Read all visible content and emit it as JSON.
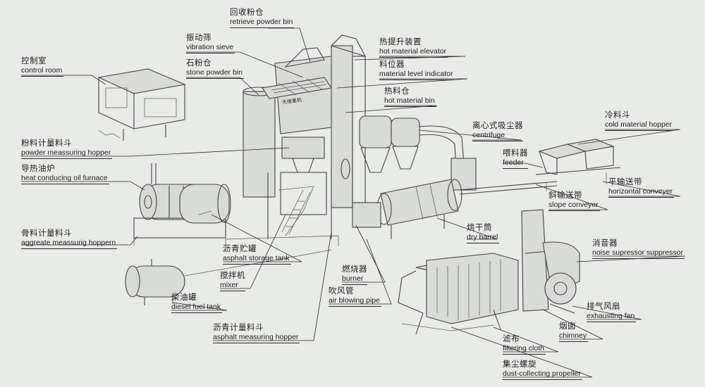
{
  "labels": {
    "retrieve_powder_bin": {
      "zh": "回收粉仓",
      "en": "retrieve  powder bin"
    },
    "vibration_sieve": {
      "zh": "振动筛",
      "en": "vibration sieve"
    },
    "stone_powder_bin": {
      "zh": "石粉仓",
      "en": "stone powder bin"
    },
    "control_room": {
      "zh": "控制室",
      "en": "control room"
    },
    "hot_material_elevator": {
      "zh": "热提升装置",
      "en": "hot material elevator"
    },
    "material_level_indicator": {
      "zh": "料位器",
      "en": "material level indicator"
    },
    "hot_material_bin": {
      "zh": "热料仓",
      "en": "hot material bin"
    },
    "cold_material_hopper": {
      "zh": "冷料斗",
      "en": "cold material hopper"
    },
    "centrifuge": {
      "zh": "离心式吸尘器",
      "en": "centrifuge"
    },
    "feeder": {
      "zh": "喂料器",
      "en": "feeder"
    },
    "powder_measuring_hopper": {
      "zh": "粉料计量料斗",
      "en": "powder meassuring hopper"
    },
    "heat_oil_furnace": {
      "zh": "导热油炉",
      "en": "heat conducing oil furnace"
    },
    "horizontal_conveyer": {
      "zh": "平输送带",
      "en": "horizontal conveyer"
    },
    "slope_conveyer": {
      "zh": "斜输送带",
      "en": "slope conveyer"
    },
    "aggregate_hopper": {
      "zh": "骨料计量料斗",
      "en": "aggreate meassurig hoppern"
    },
    "dry_barrel": {
      "zh": "烘干筒",
      "en": "dry barrel"
    },
    "noise_suppressor": {
      "zh": "消音器",
      "en": "noise supressor suppressor"
    },
    "asphalt_storage_tank": {
      "zh": "沥青贮罐",
      "en": "asphalt storage tank"
    },
    "burner": {
      "zh": "燃烧器",
      "en": "burner"
    },
    "mixer": {
      "zh": "搅拌机",
      "en": "mixer"
    },
    "air_blowing_pipe": {
      "zh": "吹风管",
      "en": "air blowing pipe"
    },
    "exhausting_fan": {
      "zh": "排气风扇",
      "en": "exhausting fan"
    },
    "diesel_fuel_tank": {
      "zh": "柴油罐",
      "en": "diesel fuel tank"
    },
    "chimney": {
      "zh": "烟囱",
      "en": "chimney"
    },
    "asphalt_measuring_hopper": {
      "zh": "沥青计量料斗",
      "en": "asphalt measuring hopper"
    },
    "filtering_cloth": {
      "zh": "滤布",
      "en": "filtering cloth"
    },
    "dust_collecting_propeller": {
      "zh": "集尘螺旋",
      "en": "dust-collecting propeller"
    }
  },
  "plate_text": "天缘重机"
}
